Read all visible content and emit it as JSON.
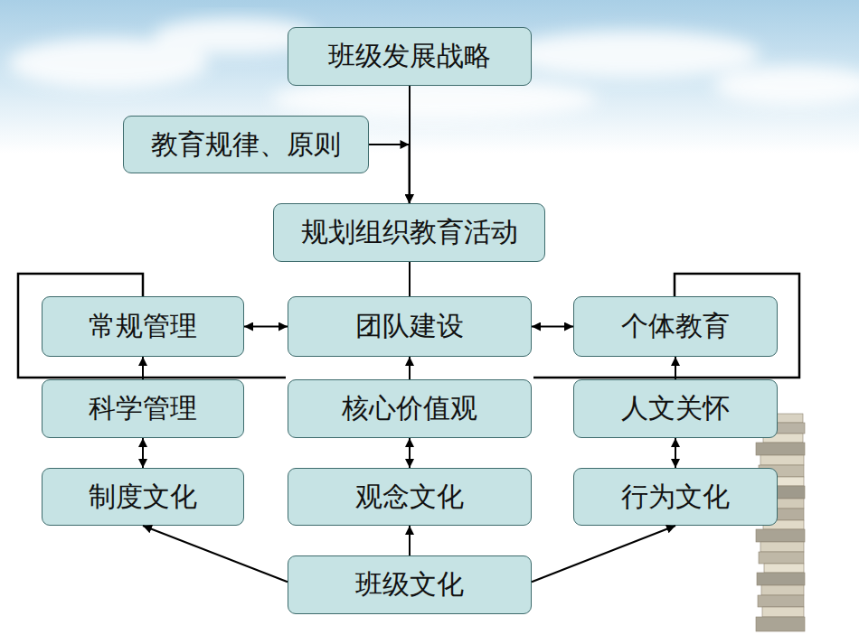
{
  "diagram": {
    "nodes": [
      {
        "text": [
          "班级发展战略"
        ]
      },
      {
        "text": [
          "教育规律、原则"
        ]
      },
      {
        "text": [
          "规划组织教育活动"
        ]
      },
      {
        "text": [
          "常规管理"
        ]
      },
      {
        "text": [
          "团队建设"
        ]
      },
      {
        "text": [
          "个体教育"
        ]
      },
      {
        "text": [
          "科学管理"
        ]
      },
      {
        "text": [
          "核心价值观"
        ]
      },
      {
        "text": [
          "人文关怀"
        ]
      },
      {
        "text": [
          "制度文化"
        ]
      },
      {
        "text": [
          "观念文化"
        ]
      },
      {
        "text": [
          "行为文化"
        ]
      },
      {
        "text": [
          "班级文化"
        ]
      }
    ],
    "edges": [
      {
        "from": 0,
        "to": 2,
        "arrow": "to"
      },
      {
        "from": 1,
        "to": 2,
        "arrow": "to"
      },
      {
        "from": 2,
        "to": 4,
        "arrow": "none"
      },
      {
        "from": 3,
        "to": 4,
        "arrow": "both"
      },
      {
        "from": 4,
        "to": 5,
        "arrow": "both"
      },
      {
        "from": 6,
        "to": 3,
        "arrow": "to"
      },
      {
        "from": 7,
        "to": 4,
        "arrow": "to"
      },
      {
        "from": 8,
        "to": 5,
        "arrow": "to"
      },
      {
        "from": 6,
        "to": 9,
        "arrow": "both"
      },
      {
        "from": 7,
        "to": 10,
        "arrow": "both"
      },
      {
        "from": 8,
        "to": 11,
        "arrow": "both"
      },
      {
        "from": 12,
        "to": 9,
        "arrow": "to"
      },
      {
        "from": 12,
        "to": 10,
        "arrow": "to"
      },
      {
        "from": 12,
        "to": 11,
        "arrow": "to"
      }
    ]
  }
}
